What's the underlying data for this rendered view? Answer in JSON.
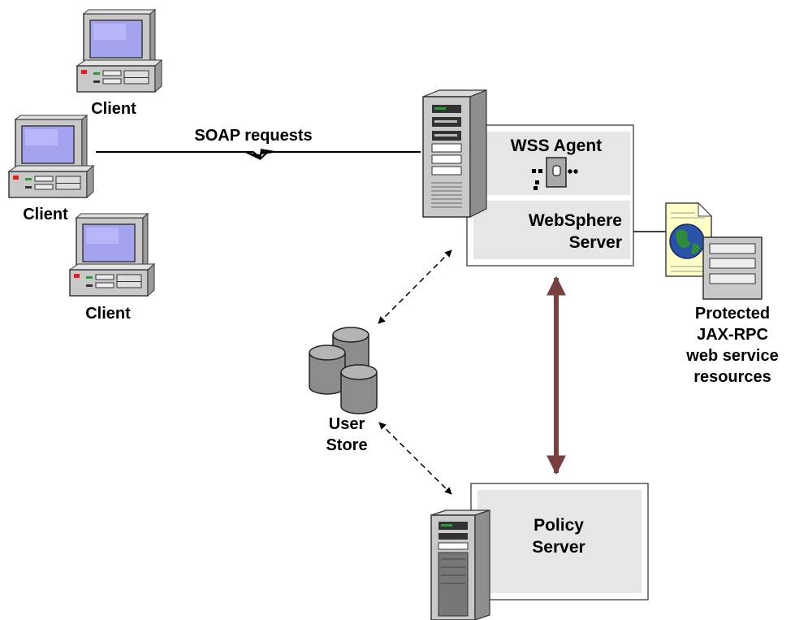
{
  "labels": {
    "client1": "Client",
    "client2": "Client",
    "client3": "Client",
    "soap": "SOAP requests",
    "agent": "WSS Agent",
    "websphere_line1": "WebSphere",
    "websphere_line2": "Server",
    "store_line1": "User",
    "store_line2": "Store",
    "policy_line1": "Policy",
    "policy_line2": "Server",
    "res_line1": "Protected",
    "res_line2": "JAX-RPC",
    "res_line3": "web service",
    "res_line4": "resources"
  },
  "colors": {
    "panel_fill": "#e6e6e6",
    "arrow_brown": "#7a4040",
    "monitor_screen": "#a3a3f0",
    "device_grey": "#c8c8c8",
    "globe_blue": "#2a52a8",
    "globe_green": "#2e8b3a",
    "document_yellow": "#ffffc8"
  },
  "icons": {
    "client": "desktop-computer-icon",
    "server": "tower-server-icon",
    "agent": "wss-agent-icon",
    "database": "database-cylinders-icon",
    "resource": "web-document-icon"
  }
}
